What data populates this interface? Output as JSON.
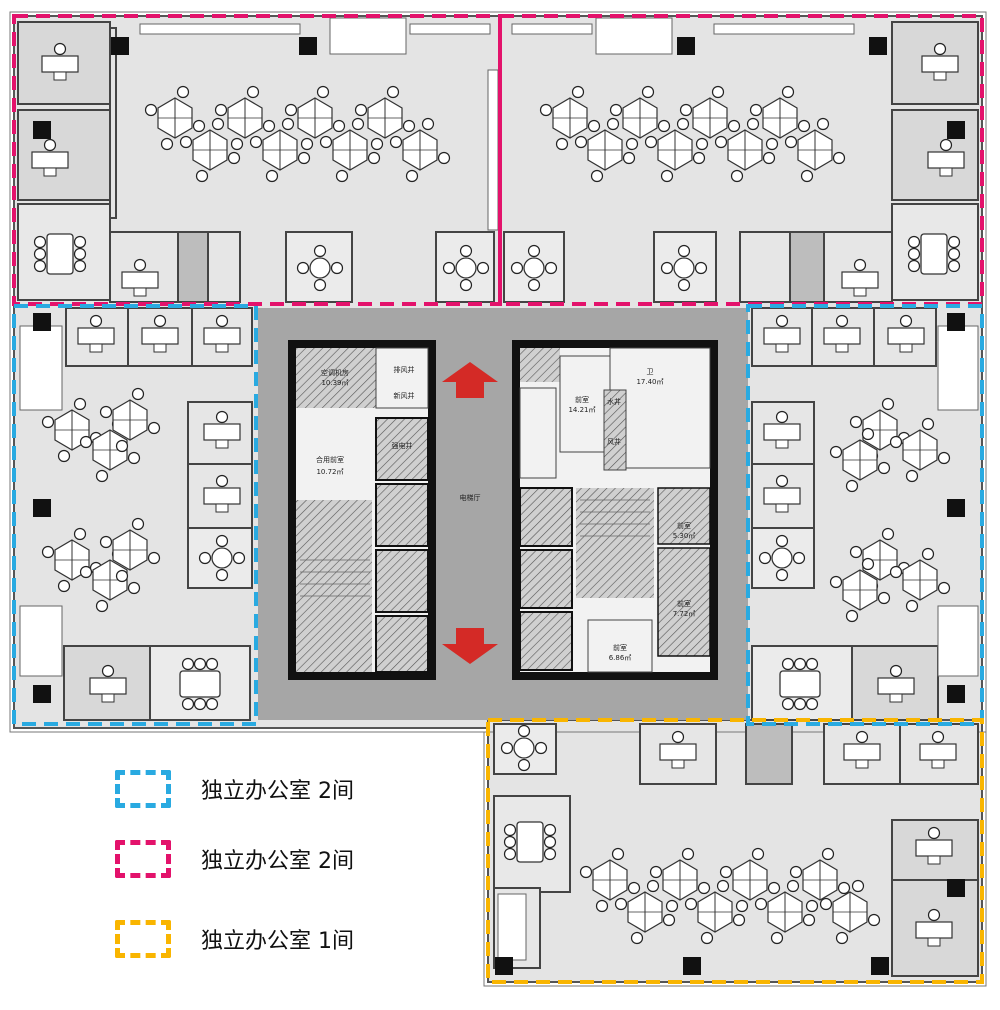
{
  "legend": [
    {
      "label": "独立办公室 2间",
      "color": "#29aae1"
    },
    {
      "label": "独立办公室 2间",
      "color": "#e3126b"
    },
    {
      "label": "独立办公室 1间",
      "color": "#f9b500"
    }
  ],
  "core": {
    "lobby_label": "电梯厅",
    "rooms": [
      {
        "name": "空调机房",
        "area": "10.39㎡"
      },
      {
        "name": "排风井"
      },
      {
        "name": "新风井"
      },
      {
        "name": "合用前室",
        "area": "10.72㎡"
      },
      {
        "name": "强电井"
      },
      {
        "name": "前室",
        "area": "14.21㎡"
      },
      {
        "name": "卫",
        "area": "17.40㎡"
      },
      {
        "name": "水井"
      },
      {
        "name": "风井"
      },
      {
        "name": "前室",
        "area": "6.86㎡"
      },
      {
        "name": "前室",
        "area": "5.30㎡"
      },
      {
        "name": "前室",
        "area": "7.72㎡"
      }
    ]
  },
  "colors": {
    "blue": "#29aae1",
    "magenta": "#e3126b",
    "yellow": "#f9b500",
    "arrow": "#d42a26",
    "core_bg": "#a6a6a6",
    "floor": "#e4e4e4"
  }
}
